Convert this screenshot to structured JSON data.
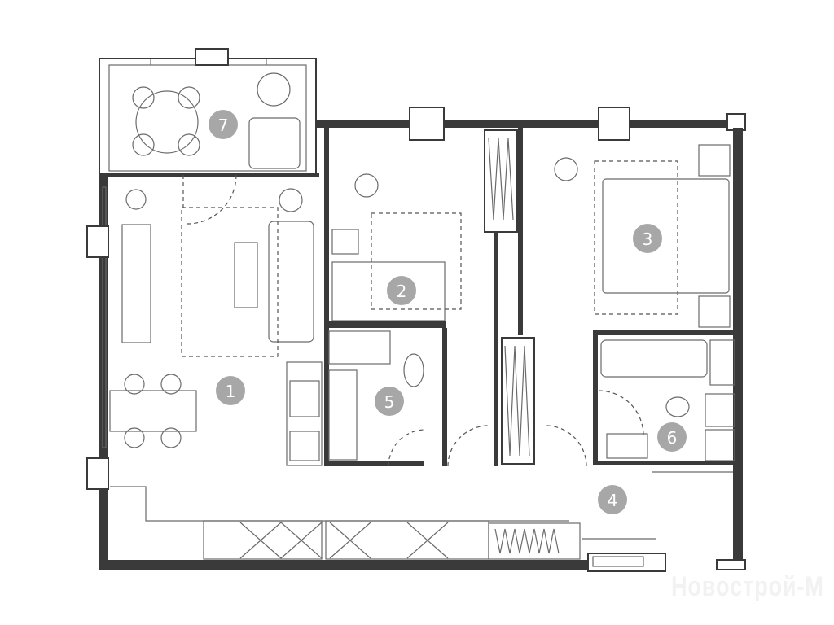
{
  "plan": {
    "rooms": [
      {
        "label": "1"
      },
      {
        "label": "2"
      },
      {
        "label": "3"
      },
      {
        "label": "4"
      },
      {
        "label": "5"
      },
      {
        "label": "6"
      },
      {
        "label": "7"
      }
    ],
    "badge_color": "#a7a7a7",
    "wall_color": "#3a3a3a"
  },
  "watermark": "Новострой-М"
}
